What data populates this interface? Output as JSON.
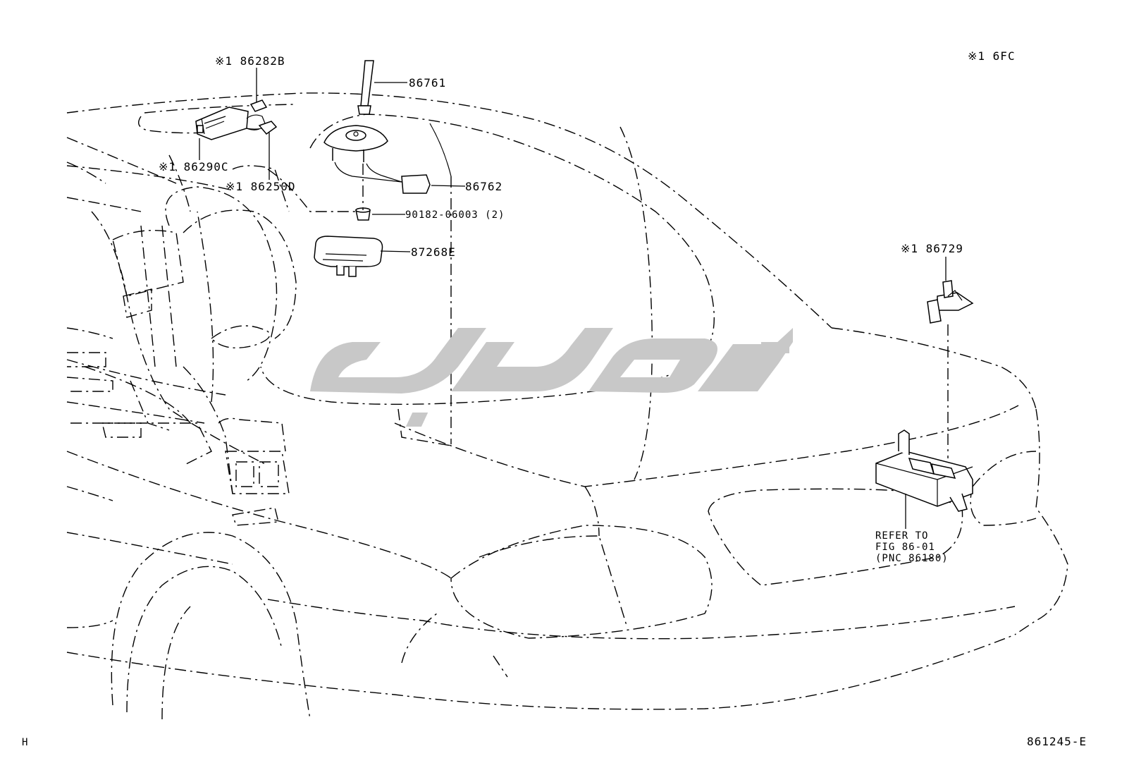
{
  "diagram": {
    "corner_code": "※1 6FC",
    "figure_number": "861245-E",
    "corner_letter": "H",
    "parts": [
      {
        "id": "86282B",
        "text": "※1 86282B"
      },
      {
        "id": "86290C",
        "text": "※1 86290C"
      },
      {
        "id": "86250D",
        "text": "※1 86250D"
      },
      {
        "id": "86761",
        "text": "86761"
      },
      {
        "id": "86762",
        "text": "86762"
      },
      {
        "id": "90182-06003",
        "text": "90182-06003 (2)"
      },
      {
        "id": "87268E",
        "text": "87268E"
      },
      {
        "id": "86729",
        "text": "※1 86729"
      }
    ],
    "reference_note": {
      "line1": "REFER TO",
      "line2": "FIG 86-01",
      "line3": "(PNC 86180)"
    }
  }
}
